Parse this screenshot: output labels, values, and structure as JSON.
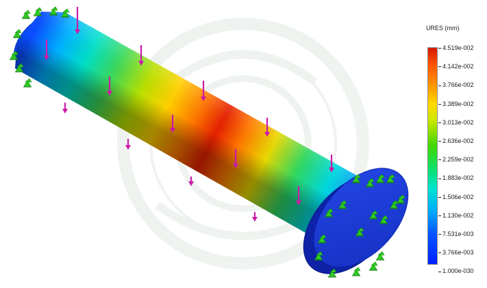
{
  "legend": {
    "title": "URES (mm)",
    "ticks": [
      "4.519e-002",
      "4.142e-002",
      "3.766e-002",
      "3.389e-002",
      "3.013e-002",
      "2.636e-002",
      "2.259e-002",
      "1.883e-002",
      "1.506e-002",
      "1.130e-002",
      "7.531e-003",
      "3.766e-003",
      "1.000e-030"
    ]
  },
  "colors": {
    "max": "#d41a00",
    "mid": "#45d800",
    "min": "#0022ff",
    "load_arrow": "#cc1aa8",
    "fixture": "#2ecc20",
    "plate": "#1f3fd9"
  },
  "icons": {
    "load": "down-arrow-icon",
    "fixture": "fixed-geometry-icon"
  }
}
